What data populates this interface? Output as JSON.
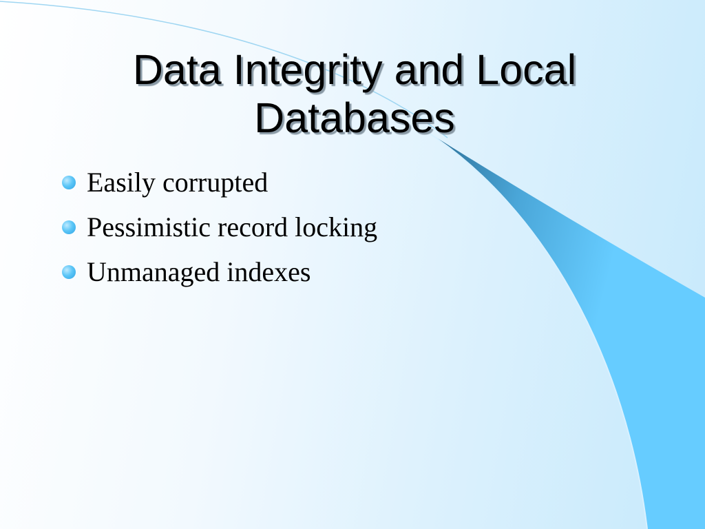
{
  "slide": {
    "title": "Data Integrity and Local Databases",
    "bullets": [
      {
        "text": "Easily corrupted",
        "icon": "bullet-circle-icon"
      },
      {
        "text": "Pessimistic record locking",
        "icon": "bullet-circle-icon"
      },
      {
        "text": "Unmanaged indexes",
        "icon": "bullet-circle-icon"
      }
    ]
  },
  "colors": {
    "accent": "#66ccff",
    "accent_dark": "#2a6a90",
    "title_shadow": "#8a9aa6"
  }
}
